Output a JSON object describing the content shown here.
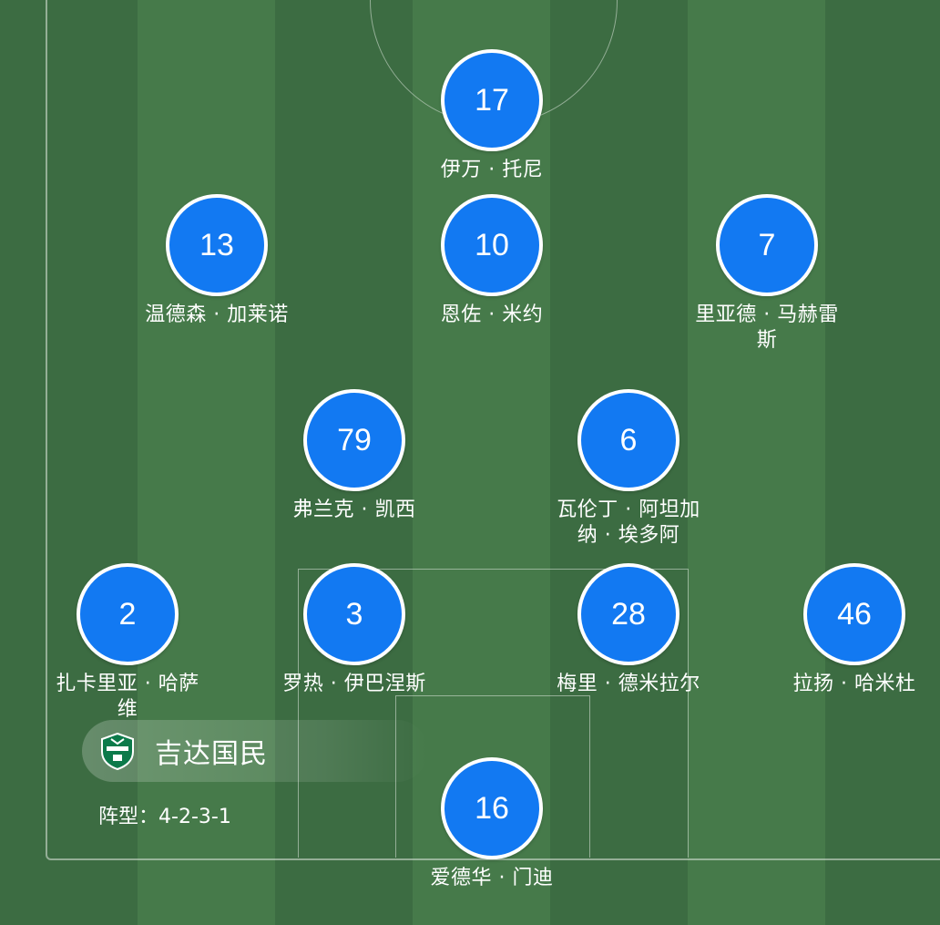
{
  "team": {
    "name": "吉达国民",
    "formation_label": "阵型：",
    "formation_value": "4-2-3-1"
  },
  "colors": {
    "player_disc": "#1279f2",
    "pitch_dark": "#3c6c42",
    "pitch_light": "#467a4a",
    "team_logo": "#0c7a4a"
  },
  "players": [
    {
      "number": "17",
      "name": "伊万 · 托尼"
    },
    {
      "number": "13",
      "name": "温德森 · 加莱诺"
    },
    {
      "number": "10",
      "name": "恩佐 · 米约"
    },
    {
      "number": "7",
      "name": "里亚德 · 马赫雷斯"
    },
    {
      "number": "79",
      "name": "弗兰克 · 凯西"
    },
    {
      "number": "6",
      "name": "瓦伦丁 · 阿坦加纳 · 埃多阿"
    },
    {
      "number": "2",
      "name": "扎卡里亚 · 哈萨维"
    },
    {
      "number": "3",
      "name": "罗热 · 伊巴涅斯"
    },
    {
      "number": "28",
      "name": "梅里 · 德米拉尔"
    },
    {
      "number": "46",
      "name": "拉扬 · 哈米杜"
    },
    {
      "number": "16",
      "name": "爱德华 · 门迪"
    }
  ]
}
